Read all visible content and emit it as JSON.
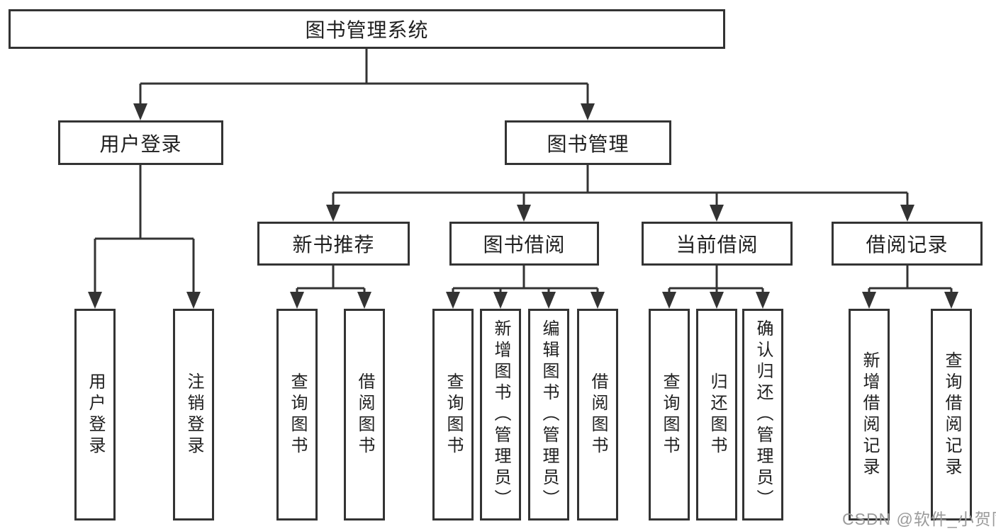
{
  "diagram": {
    "root": {
      "label": "图书管理系统"
    },
    "level1": [
      {
        "label": "用户登录"
      },
      {
        "label": "图书管理"
      }
    ],
    "level2": [
      {
        "label": "新书推荐"
      },
      {
        "label": "图书借阅"
      },
      {
        "label": "当前借阅"
      },
      {
        "label": "借阅记录"
      }
    ],
    "leaves": {
      "user_login": [
        {
          "label": "用户登录"
        },
        {
          "label": "注销登录"
        }
      ],
      "new_book_recommend": [
        {
          "label": "查询图书"
        },
        {
          "label": "借阅图书"
        }
      ],
      "book_borrow": [
        {
          "label": "查询图书"
        },
        {
          "label": "新增图书（管理员）"
        },
        {
          "label": "编辑图书（管理员）"
        },
        {
          "label": "借阅图书"
        }
      ],
      "current_borrow": [
        {
          "label": "查询图书"
        },
        {
          "label": "归还图书"
        },
        {
          "label": "确认归还（管理员）"
        }
      ],
      "borrow_record": [
        {
          "label": "新增借阅记录"
        },
        {
          "label": "查询借阅记录"
        }
      ]
    }
  },
  "watermark": {
    "text": "CSDN @软件_小贺同学"
  },
  "colors": {
    "line": "#333333",
    "border": "#333333",
    "text": "#1f1f1f",
    "watermark": "#9b9b9b",
    "background": "#ffffff"
  }
}
